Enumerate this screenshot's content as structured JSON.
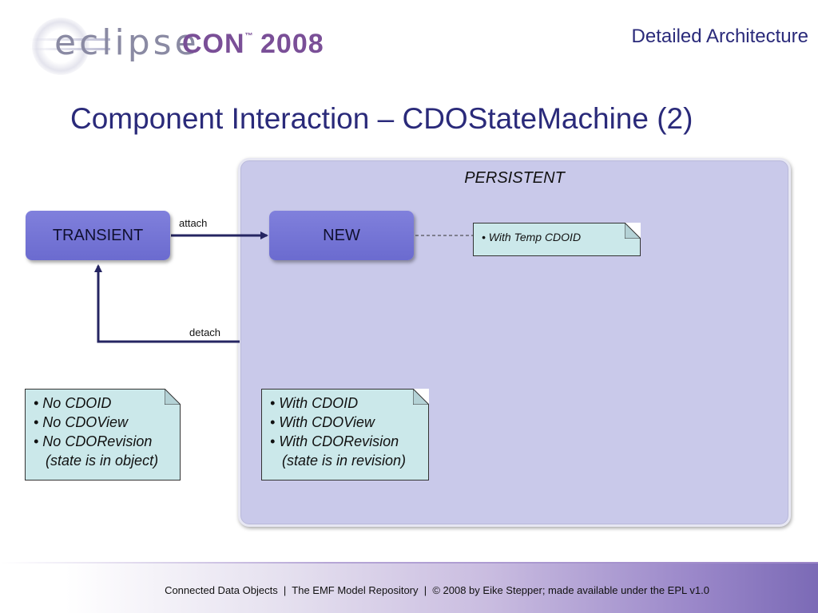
{
  "logo": {
    "eclipse": "eclipse",
    "con": "CON",
    "tm": "™",
    "year": "2008"
  },
  "header": {
    "section_title": "Detailed Architecture",
    "slide_title": "Component Interaction – CDOStateMachine (2)"
  },
  "diagram": {
    "region_label": "PERSISTENT",
    "states": {
      "transient": "TRANSIENT",
      "new": "NEW"
    },
    "edges": {
      "attach": "attach",
      "detach": "detach"
    },
    "notes": {
      "new": [
        "• With Temp CDOID"
      ],
      "transient": [
        "• No CDOID",
        "• No CDOView",
        "• No CDORevision",
        "   (state is in object)"
      ],
      "persistent": [
        "• With CDOID",
        "• With CDOView",
        "• With CDORevision",
        "   (state is in revision)"
      ]
    },
    "colors": {
      "state_fill": "#7373d6",
      "region_fill": "#c9c9ea",
      "note_fill": "#cbe8ea",
      "arrow": "#252562",
      "title": "#2a2a7a"
    }
  },
  "footer": {
    "text": "Connected Data Objects  |  The EMF Model Repository  |  © 2008 by Eike Stepper; made available under the EPL v1.0"
  }
}
